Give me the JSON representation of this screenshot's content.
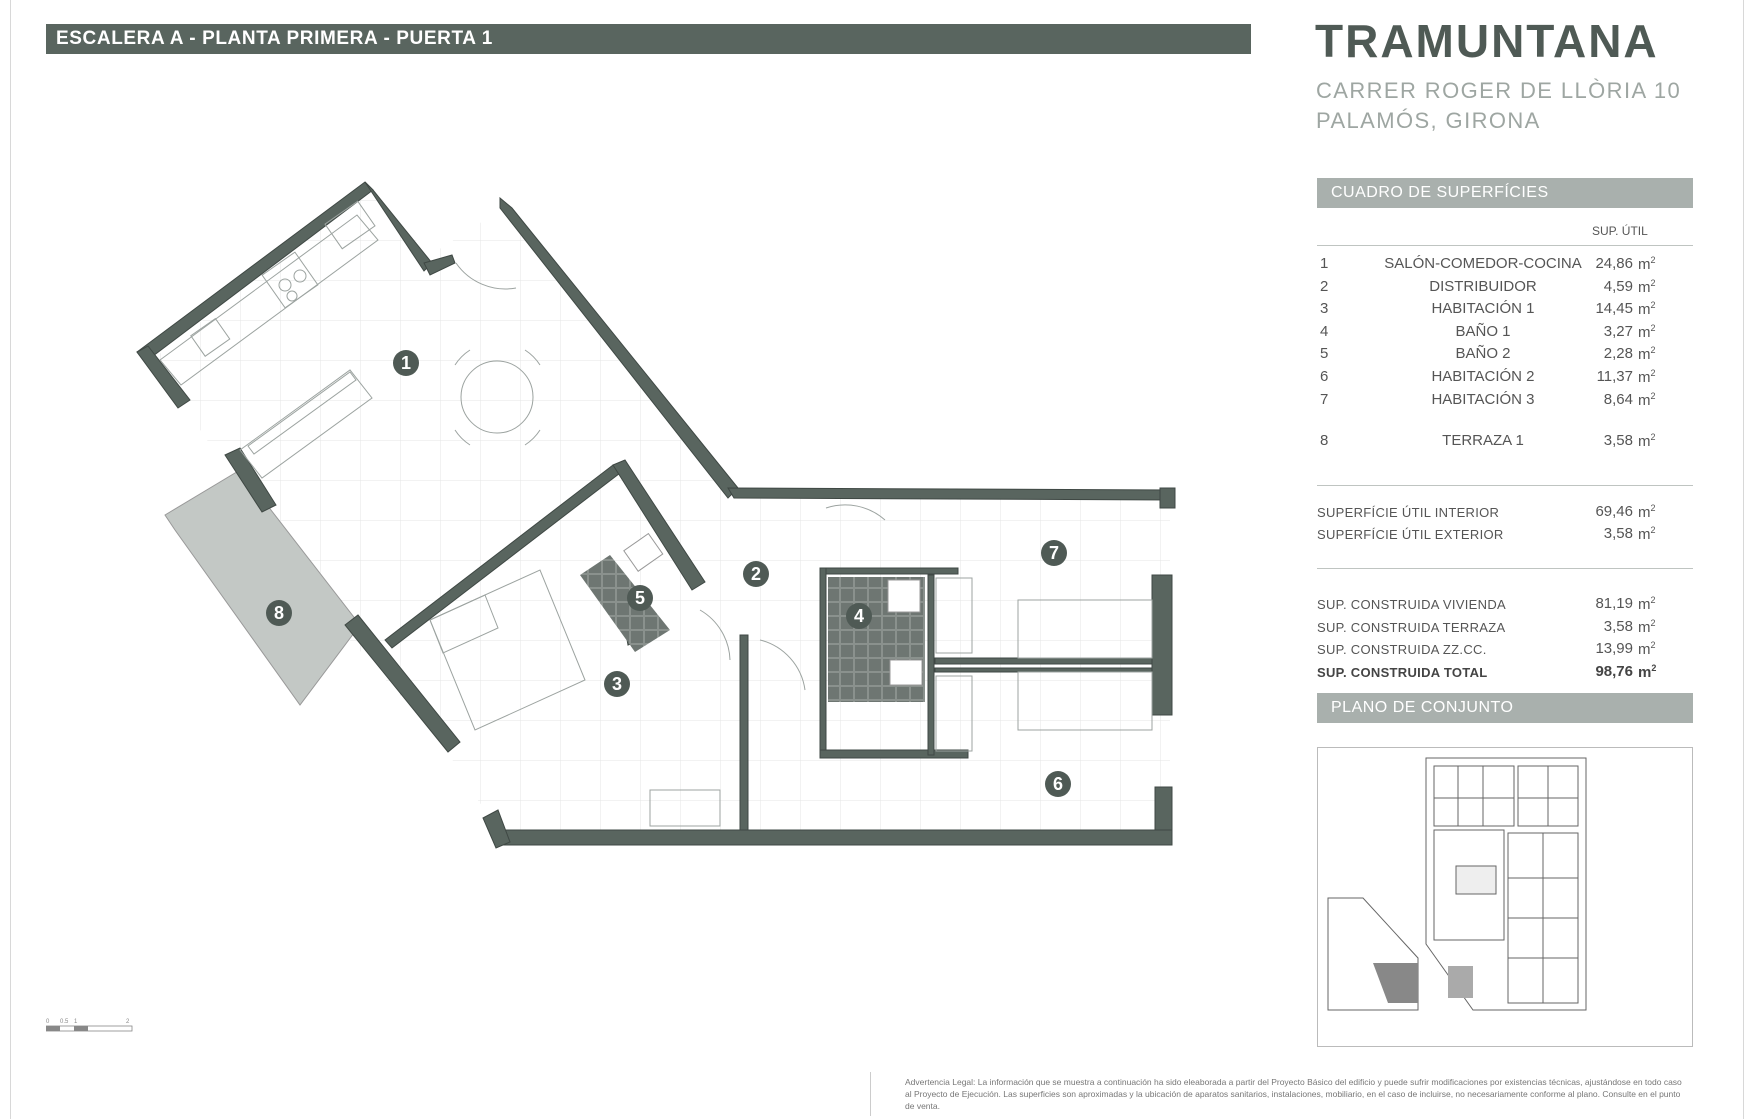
{
  "header": {
    "title": "ESCALERA A - PLANTA PRIMERA - PUERTA 1"
  },
  "brand": {
    "name": "TRAMUNTANA",
    "address_line1": "CARRER ROGER DE LLÒRIA 10",
    "address_line2": "PALAMÓS, GIRONA"
  },
  "surfaces": {
    "section_title": "CUADRO DE SUPERFÍCIES",
    "column_header": "SUP. ÚTIL",
    "unit": "m",
    "unit_exp": "2",
    "rooms": [
      {
        "num": "1",
        "name": "SALÓN-COMEDOR-COCINA",
        "value": "24,86"
      },
      {
        "num": "2",
        "name": "DISTRIBUIDOR",
        "value": "4,59"
      },
      {
        "num": "3",
        "name": "HABITACIÓN 1",
        "value": "14,45"
      },
      {
        "num": "4",
        "name": "BAÑO 1",
        "value": "3,27"
      },
      {
        "num": "5",
        "name": "BAÑO 2",
        "value": "2,28"
      },
      {
        "num": "6",
        "name": "HABITACIÓN 2",
        "value": "11,37"
      },
      {
        "num": "7",
        "name": "HABITACIÓN 3",
        "value": "8,64"
      }
    ],
    "terrace": {
      "num": "8",
      "name": "TERRAZA 1",
      "value": "3,58"
    },
    "useful": [
      {
        "label": "SUPERFÍCIE ÚTIL INTERIOR",
        "value": "69,46"
      },
      {
        "label": "SUPERFÍCIE ÚTIL EXTERIOR",
        "value": "3,58"
      }
    ],
    "built": [
      {
        "label": "SUP. CONSTRUIDA VIVIENDA",
        "value": "81,19"
      },
      {
        "label": "SUP. CONSTRUIDA TERRAZA",
        "value": "3,58"
      },
      {
        "label": "SUP. CONSTRUIDA ZZ.CC.",
        "value": "13,99"
      },
      {
        "label": "SUP. CONSTRUIDA TOTAL",
        "value": "98,76"
      }
    ]
  },
  "site_plan": {
    "section_title": "PLANO DE CONJUNTO"
  },
  "plan": {
    "labels": [
      "1",
      "2",
      "3",
      "4",
      "5",
      "6",
      "7",
      "8"
    ],
    "colors": {
      "wall": "#59655f",
      "terrace": "#c3c8c5",
      "tile": "#6e7672",
      "marker": "#4f5a55"
    }
  },
  "scale_labels": [
    "0",
    "0.5",
    "1",
    "2"
  ],
  "legal": {
    "text": "Advertencia Legal: La información que se muestra a continuación ha sido eleaborada a partir del Proyecto Básico del edificio y puede sufrir modificaciones por existencias técnicas, ajustándose en todo caso al Proyecto de Ejecución. Las superficies son aproximadas y la ubicación de aparatos sanitarios, instalaciones, mobiliario, en el caso de incluirse, no necesariamente conforme al plano. Consulte en el punto de venta."
  }
}
